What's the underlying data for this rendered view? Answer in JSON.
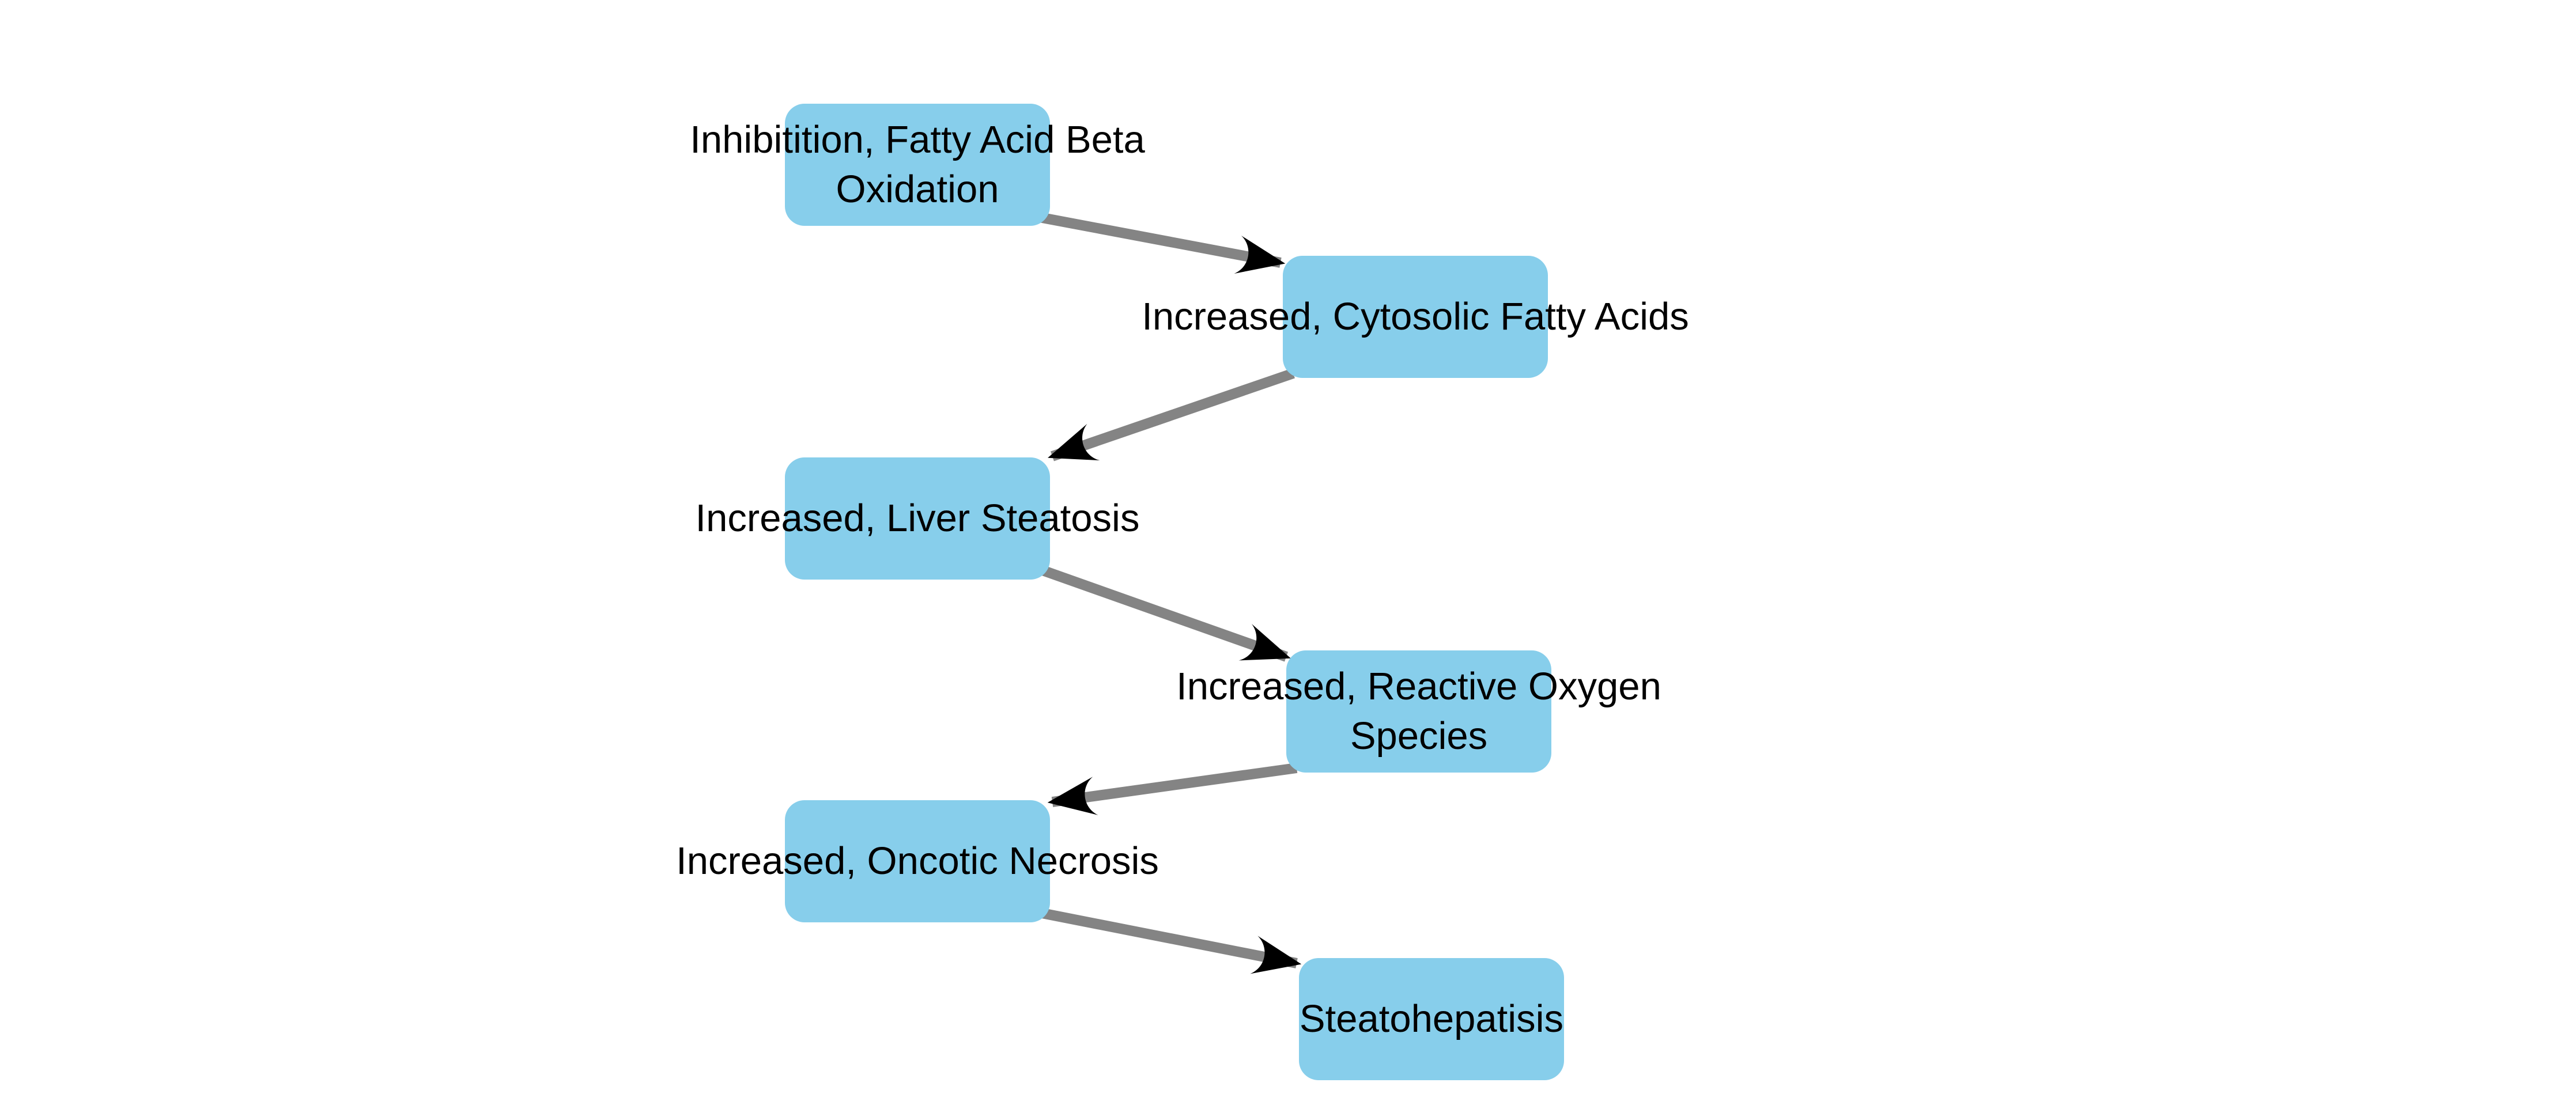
{
  "diagram": {
    "type": "flowchart",
    "background_color": "#ffffff",
    "node_fill_color": "#87CEEB",
    "node_text_color": "#000000",
    "edge_line_color": "#848484",
    "arrowhead_color": "#000000",
    "nodes": [
      {
        "id": "inhibitition-fatty-acid-beta-oxidation",
        "label": "Inhibitition, Fatty Acid Beta\nOxidation"
      },
      {
        "id": "increased-cytosolic-fatty-acids",
        "label": "Increased, Cytosolic Fatty Acids"
      },
      {
        "id": "increased-liver-steatosis",
        "label": "Increased, Liver Steatosis"
      },
      {
        "id": "increased-reactive-oxygen-species",
        "label": "Increased, Reactive Oxygen\nSpecies"
      },
      {
        "id": "increased-oncotic-necrosis",
        "label": "Increased, Oncotic Necrosis"
      },
      {
        "id": "steatohepatisis",
        "label": "Steatohepatisis"
      }
    ],
    "edges": [
      {
        "from": "inhibitition-fatty-acid-beta-oxidation",
        "to": "increased-cytosolic-fatty-acids"
      },
      {
        "from": "increased-cytosolic-fatty-acids",
        "to": "increased-liver-steatosis"
      },
      {
        "from": "increased-liver-steatosis",
        "to": "increased-reactive-oxygen-species"
      },
      {
        "from": "increased-reactive-oxygen-species",
        "to": "increased-oncotic-necrosis"
      },
      {
        "from": "increased-oncotic-necrosis",
        "to": "steatohepatisis"
      }
    ]
  }
}
